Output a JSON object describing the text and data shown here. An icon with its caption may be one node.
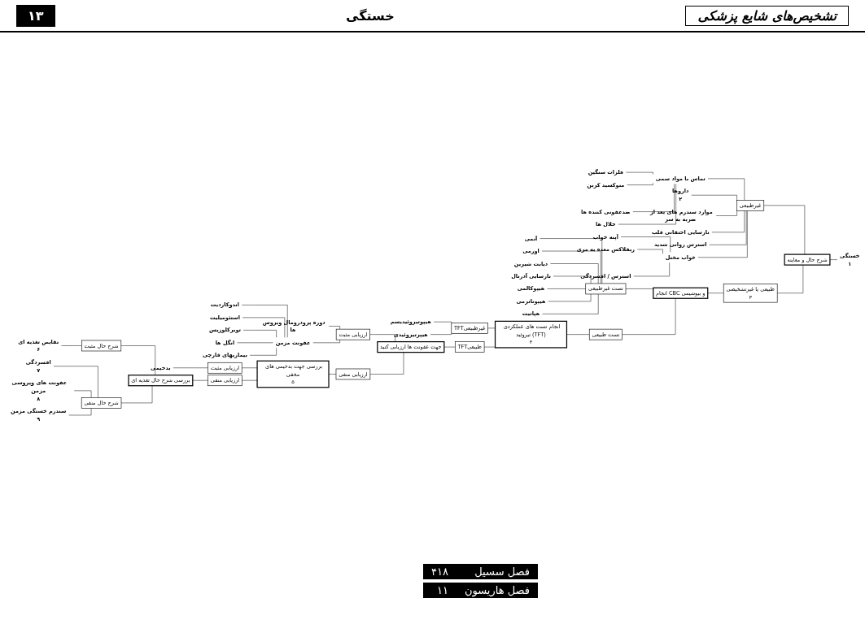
{
  "diagram": {
    "title": "تشخیص‌های شایع پزشکی",
    "nodes": [
      {
        "text": [
          "خستگی"
        ],
        "beside": [
          "۱"
        ]
      },
      {
        "text": [
          "شرح حال و معاینه"
        ]
      },
      {
        "text": [
          "غیرطبیعی"
        ]
      },
      {
        "text": [
          "تماس با مواد سمی"
        ]
      },
      {
        "text": [
          "فلزات سنگین"
        ]
      },
      {
        "text": [
          "منوکسید کربن"
        ]
      },
      {
        "text": [
          "ضدعفونی کننده ها"
        ]
      },
      {
        "text": [
          "حلال ها"
        ]
      },
      {
        "text": [
          "داروها"
        ],
        "beside": [
          "۲"
        ]
      },
      {
        "text": [
          "موارد سندرم های بعد از ضربه به سر"
        ]
      },
      {
        "text": [
          "نارسایی احتقانی قلب"
        ]
      },
      {
        "text": [
          "استرس روانی شدید"
        ]
      },
      {
        "text": [
          "خواب مختل"
        ]
      },
      {
        "text": [
          "آپنه خواب"
        ]
      },
      {
        "text": [
          "ریفلاکس معده به مری"
        ]
      },
      {
        "text": [
          "استرس / افسردگی"
        ]
      },
      {
        "text": [
          "طبیعی یا غیرتشخیصی",
          "۳"
        ]
      },
      {
        "text": [
          "انجام CBC و بیوشیمی"
        ]
      },
      {
        "text": [
          "تست غیرطبیعی"
        ]
      },
      {
        "text": [
          "آنمی"
        ]
      },
      {
        "text": [
          "اورمی"
        ]
      },
      {
        "text": [
          "دیابت شیرین"
        ]
      },
      {
        "text": [
          "نارسایی آدرنال"
        ]
      },
      {
        "text": [
          "هیپوکالمی"
        ]
      },
      {
        "text": [
          "هیپوناترمی"
        ]
      },
      {
        "text": [
          "هپاتیت"
        ]
      },
      {
        "text": [
          "تست طبیعی"
        ]
      },
      {
        "text": [
          "انجام تست های عملکردی تیروئید (TFT)",
          "۴"
        ]
      },
      {
        "text": [
          "TFTغیرطبیعی"
        ]
      },
      {
        "text": [
          "هیپوتیروئیدیسم"
        ]
      },
      {
        "text": [
          "هیپرتیروئیدی"
        ]
      },
      {
        "text": [
          "TFTطبیعی"
        ]
      },
      {
        "text": [
          "جهت عفونت ها ارزیابی کنید"
        ]
      },
      {
        "text": [
          "ارزیابی مثبت"
        ]
      },
      {
        "text": [
          "دوره پرودرومال ویروس ها"
        ]
      },
      {
        "text": [
          "عفونت مزمن"
        ]
      },
      {
        "text": [
          "اندوکاردیت"
        ]
      },
      {
        "text": [
          "استئومیلیت"
        ]
      },
      {
        "text": [
          "توبرکلوزیس"
        ]
      },
      {
        "text": [
          "انگل ها"
        ]
      },
      {
        "text": [
          "بیماریهای قارچی"
        ]
      },
      {
        "text": [
          "ارزیابی منفی"
        ]
      },
      {
        "text": [
          "بررسی جهت بدخیمی های مخفی",
          "۵"
        ]
      },
      {
        "text": [
          "ارزیابی مثبت"
        ]
      },
      {
        "text": [
          "بدخیمی"
        ]
      },
      {
        "text": [
          "ارزیابی منفی"
        ]
      },
      {
        "text": [
          "بررسی شرح حال تغذیه ای"
        ]
      },
      {
        "text": [
          "شرح حال مثبت"
        ]
      },
      {
        "text": [
          "نقایص تغذیه ای"
        ],
        "beside": [
          "۶"
        ]
      },
      {
        "text": [
          "شرح حال منفی"
        ]
      },
      {
        "text": [
          "افسردگی"
        ],
        "beside": [
          "۷"
        ]
      },
      {
        "text": [
          "عفونت های ویروسی مزمن"
        ],
        "beside": [
          "۸"
        ]
      },
      {
        "text": [
          "سندرم خستگی مزمن"
        ],
        "beside": [
          "۹"
        ]
      }
    ],
    "edges": [
      {
        "from": 0,
        "to": 1,
        "arrow": "none"
      },
      {
        "from": 1,
        "to": 2,
        "arrow": "none"
      },
      {
        "from": 1,
        "to": 16,
        "arrow": "none"
      },
      {
        "from": 2,
        "to": 3,
        "arrow": "none"
      },
      {
        "from": 2,
        "to": 8,
        "arrow": "none"
      },
      {
        "from": 2,
        "to": 9,
        "arrow": "none"
      },
      {
        "from": 2,
        "to": 10,
        "arrow": "none"
      },
      {
        "from": 2,
        "to": 11,
        "arrow": "none"
      },
      {
        "from": 2,
        "to": 12,
        "arrow": "none"
      },
      {
        "from": 3,
        "to": 4,
        "arrow": "none"
      },
      {
        "from": 3,
        "to": 5,
        "arrow": "none"
      },
      {
        "from": 3,
        "to": 6,
        "arrow": "none"
      },
      {
        "from": 3,
        "to": 7,
        "arrow": "none"
      },
      {
        "from": 12,
        "to": 13,
        "arrow": "none"
      },
      {
        "from": 12,
        "to": 14,
        "arrow": "none"
      },
      {
        "from": 12,
        "to": 15,
        "arrow": "none"
      },
      {
        "from": 16,
        "to": 17,
        "arrow": "none"
      },
      {
        "from": 17,
        "to": 18,
        "arrow": "none"
      },
      {
        "from": 17,
        "to": 26,
        "arrow": "none"
      },
      {
        "from": 18,
        "to": 19,
        "arrow": "none"
      },
      {
        "from": 18,
        "to": 20,
        "arrow": "none"
      },
      {
        "from": 18,
        "to": 21,
        "arrow": "none"
      },
      {
        "from": 18,
        "to": 22,
        "arrow": "none"
      },
      {
        "from": 18,
        "to": 23,
        "arrow": "none"
      },
      {
        "from": 18,
        "to": 24,
        "arrow": "none"
      },
      {
        "from": 18,
        "to": 25,
        "arrow": "none"
      },
      {
        "from": 26,
        "to": 27,
        "arrow": "none"
      },
      {
        "from": 27,
        "to": 28,
        "arrow": "none"
      },
      {
        "from": 27,
        "to": 31,
        "arrow": "none"
      },
      {
        "from": 28,
        "to": 29,
        "arrow": "none"
      },
      {
        "from": 28,
        "to": 30,
        "arrow": "none"
      },
      {
        "from": 31,
        "to": 32,
        "arrow": "none"
      },
      {
        "from": 32,
        "to": 33,
        "arrow": "none"
      },
      {
        "from": 32,
        "to": 41,
        "arrow": "none"
      },
      {
        "from": 33,
        "to": 34,
        "arrow": "none"
      },
      {
        "from": 33,
        "to": 35,
        "arrow": "none"
      },
      {
        "from": 35,
        "to": 36,
        "arrow": "none"
      },
      {
        "from": 35,
        "to": 37,
        "arrow": "none"
      },
      {
        "from": 35,
        "to": 38,
        "arrow": "none"
      },
      {
        "from": 35,
        "to": 39,
        "arrow": "none"
      },
      {
        "from": 35,
        "to": 40,
        "arrow": "none"
      },
      {
        "from": 41,
        "to": 42,
        "arrow": "none"
      },
      {
        "from": 42,
        "to": 43,
        "arrow": "none"
      },
      {
        "from": 42,
        "to": 45,
        "arrow": "none"
      },
      {
        "from": 43,
        "to": 44,
        "arrow": "none"
      },
      {
        "from": 45,
        "to": 46,
        "arrow": "none"
      },
      {
        "from": 46,
        "to": 47,
        "arrow": "none"
      },
      {
        "from": 46,
        "to": 49,
        "arrow": "none"
      },
      {
        "from": 47,
        "to": 48,
        "arrow": "none"
      },
      {
        "from": 49,
        "to": 50,
        "arrow": "none"
      },
      {
        "from": 49,
        "to": 51,
        "arrow": "none"
      },
      {
        "from": 49,
        "to": 52,
        "arrow": "none"
      }
    ],
    "labels": [
      "۱۳",
      "خستگی",
      "فصل سسیل",
      "۴۱۸",
      "فصل هاریسون",
      "۱۱"
    ]
  }
}
